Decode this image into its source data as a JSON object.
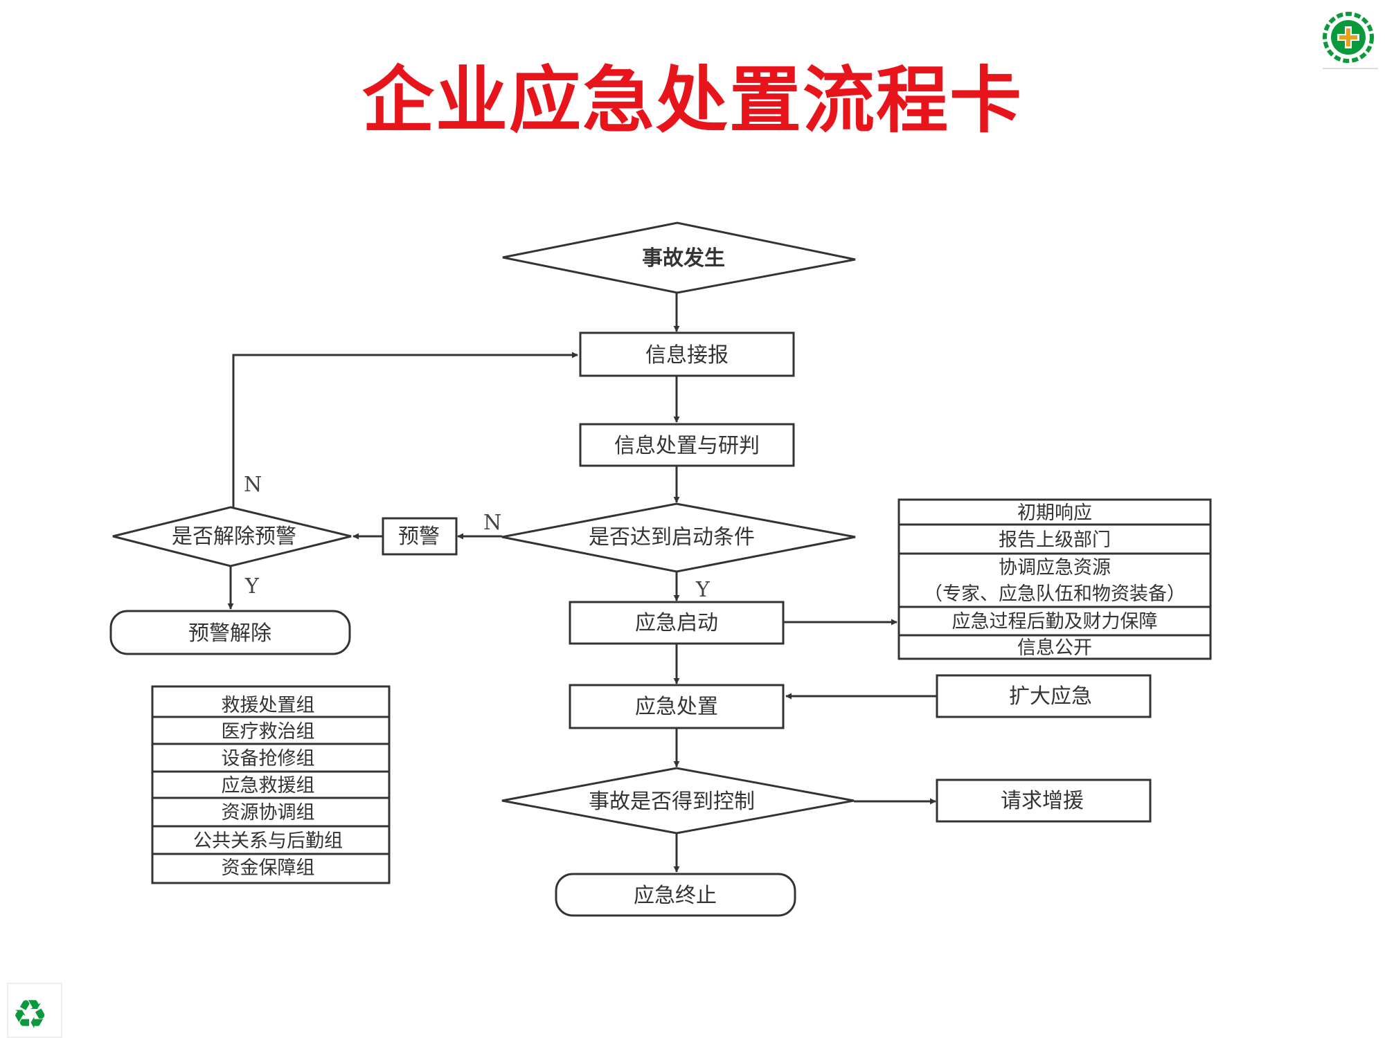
{
  "title": "企业应急处置流程卡",
  "colors": {
    "title": "#e8141b",
    "logo_green": "#0a9a3c",
    "logo_gold": "#e3a21a",
    "line": "#333333",
    "text": "#333333"
  },
  "icons": {
    "top_right": "safety-cross-badge-icon",
    "bottom_left": "recycle-icon"
  },
  "nodes": {
    "accident": "事故发生",
    "info_report": "信息接报",
    "info_judge": "信息处置与研判",
    "start_condition": "是否达到启动条件",
    "warning": "预警",
    "release_question": "是否解除预警",
    "warning_released": "预警解除",
    "emergency_start": "应急启动",
    "emergency_handle": "应急处置",
    "expand": "扩大应急",
    "controlled_question": "事故是否得到控制",
    "request_help": "请求增援",
    "emergency_end": "应急终止"
  },
  "labels": {
    "no_start": "N",
    "yes_start": "Y",
    "no_release": "N",
    "yes_release": "Y"
  },
  "response_steps": [
    "初期响应",
    "报告上级部门",
    "协调应急资源",
    "（专家、应急队伍和物资装备）",
    "应急过程后勤及财力保障",
    "信息公开"
  ],
  "teams": [
    "救援处置组",
    "医疗救治组",
    "设备抢修组",
    "应急救援组",
    "资源协调组",
    "公共关系与后勤组",
    "资金保障组"
  ]
}
